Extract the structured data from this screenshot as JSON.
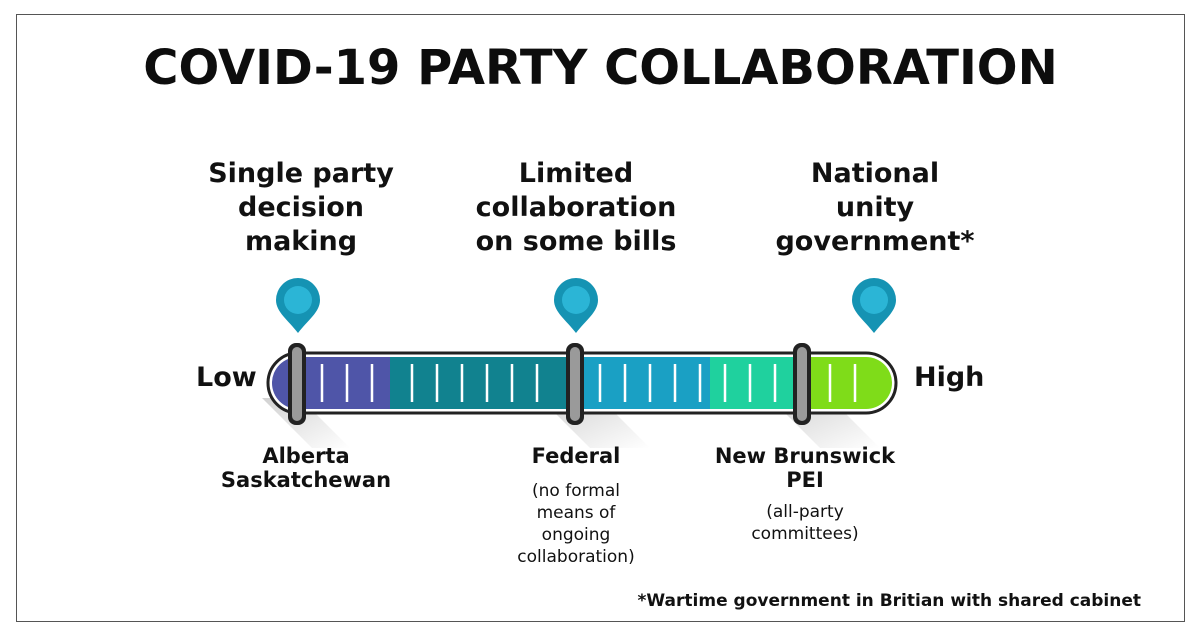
{
  "title": "COVID-19 PARTY COLLABORATION",
  "scale": {
    "low": "Low",
    "high": "High"
  },
  "categories": [
    {
      "lines": [
        "Single party",
        "decision",
        "making"
      ]
    },
    {
      "lines": [
        "Limited",
        "collaboration",
        "on some bills"
      ]
    },
    {
      "lines": [
        "National",
        "unity",
        "government*"
      ]
    }
  ],
  "examples": [
    {
      "places": [
        "Alberta",
        "Saskatchewan"
      ],
      "note": []
    },
    {
      "places": [
        "Federal"
      ],
      "note": [
        "(no formal",
        "means of",
        "ongoing",
        "collaboration)"
      ]
    },
    {
      "places": [
        "New Brunswick",
        "PEI"
      ],
      "note": [
        "(all-party",
        "committees)"
      ]
    }
  ],
  "footnote": "*Wartime government in Britian with shared cabinet",
  "colors": {
    "segment_purple": "#4f55a8",
    "segment_teal": "#11828f",
    "segment_blue": "#1aa0c4",
    "segment_green": "#1fd19e",
    "segment_lime": "#7fdc19",
    "pin": "#1593b3",
    "pin_light": "#2bb5d6"
  }
}
